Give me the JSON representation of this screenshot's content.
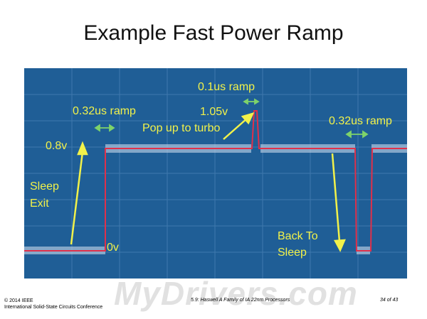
{
  "slide": {
    "title": "Example Fast Power Ramp"
  },
  "annotations": {
    "ramp_left": "0.32us ramp",
    "ramp_top": "0.1us ramp",
    "ramp_right": "0.32us ramp",
    "v_08": "0.8v",
    "v_105": "1.05v",
    "v_0": "0v",
    "pop_up": "Pop up to turbo",
    "sleep": "Sleep",
    "exit": "Exit",
    "back_to": "Back To",
    "sleep2": "Sleep"
  },
  "footer": {
    "copyright": "© 2014 IEEE",
    "conference": "International Solid-State Circuits Conference",
    "session": "5.9: Haswell A Family of IA 22nm Processors",
    "page": "34 of 43"
  },
  "watermark": "MyDrivers.com",
  "colors": {
    "scope_bg": "#1f5e96",
    "trace": "#e0304a",
    "annotation": "#f2f24a",
    "ramp_arrow": "#7ed36a"
  }
}
